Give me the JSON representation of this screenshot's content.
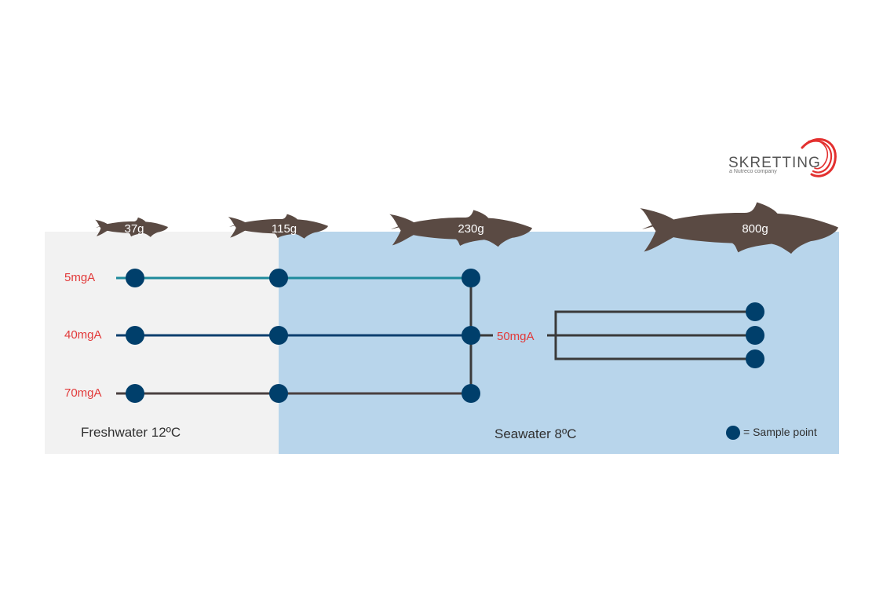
{
  "colors": {
    "freshwater_bg": "#f2f2f2",
    "seawater_bg": "#b8d5eb",
    "sample_point": "#003f6b",
    "dose_text": "#e23a3a",
    "fish": "#5a4a43",
    "line_5mgA": "#1e8a9c",
    "line_40mgA": "#0d3f6e",
    "line_70mgA": "#4a4040",
    "logo_red": "#e3302f"
  },
  "zones": {
    "freshwater": "Freshwater 12ºC",
    "seawater": "Seawater 8ºC"
  },
  "fish_weights": [
    "37g",
    "115g",
    "230g",
    "800g"
  ],
  "doses": {
    "d5": "5mgA",
    "d40": "40mgA",
    "d70": "70mgA",
    "d50": "50mgA"
  },
  "legend": {
    "label": "= Sample point",
    "icon": "sample-point-dot"
  },
  "logo": {
    "name": "SKRETTING",
    "tagline": "a Nutreco company",
    "icon": "skretting-swirl-icon"
  }
}
